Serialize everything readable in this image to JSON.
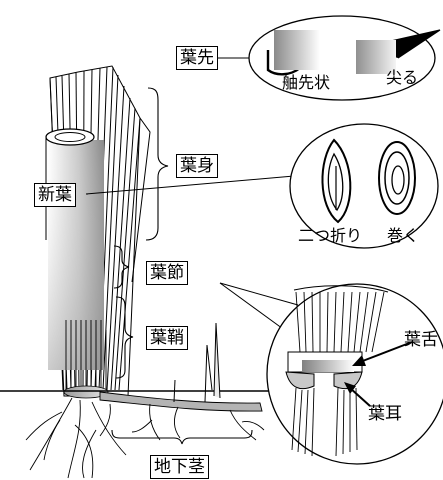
{
  "labels": {
    "leaf_tip": "葉先",
    "leaf_blade": "葉身",
    "new_leaf": "新葉",
    "leaf_node": "葉節",
    "leaf_sheath": "葉鞘",
    "rhizome": "地下茎",
    "ligule": "葉舌",
    "auricle": "葉耳"
  },
  "tip_shapes": {
    "boat": "舳先状",
    "pointed": "尖る"
  },
  "vernation": {
    "folded": "二つ折り",
    "rolled": "巻く"
  },
  "colors": {
    "line": "#000000",
    "gray_dark": "#808080",
    "gray_light": "#e6e6e6",
    "background": "#ffffff"
  }
}
